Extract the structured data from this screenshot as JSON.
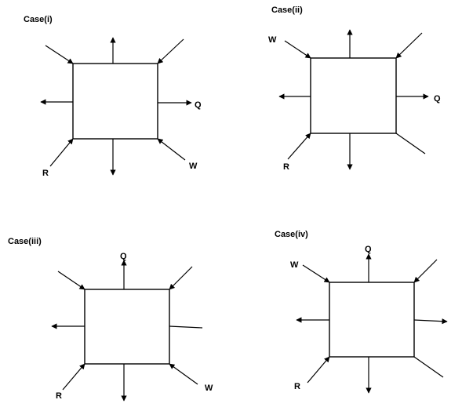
{
  "cases": [
    {
      "title": "Case(i)",
      "labels": {
        "q": "Q",
        "w": "W",
        "r": "R"
      }
    },
    {
      "title": "Case(ii)",
      "labels": {
        "q": "Q",
        "w": "W",
        "r": "R"
      }
    },
    {
      "title": "Case(iii)",
      "labels": {
        "q": "Q",
        "w": "W",
        "r": "R"
      }
    },
    {
      "title": "Case(iv)",
      "labels": {
        "q": "Q",
        "w": "W",
        "r": "R"
      }
    }
  ],
  "colors": {
    "stroke": "#000000",
    "background": "#ffffff"
  }
}
